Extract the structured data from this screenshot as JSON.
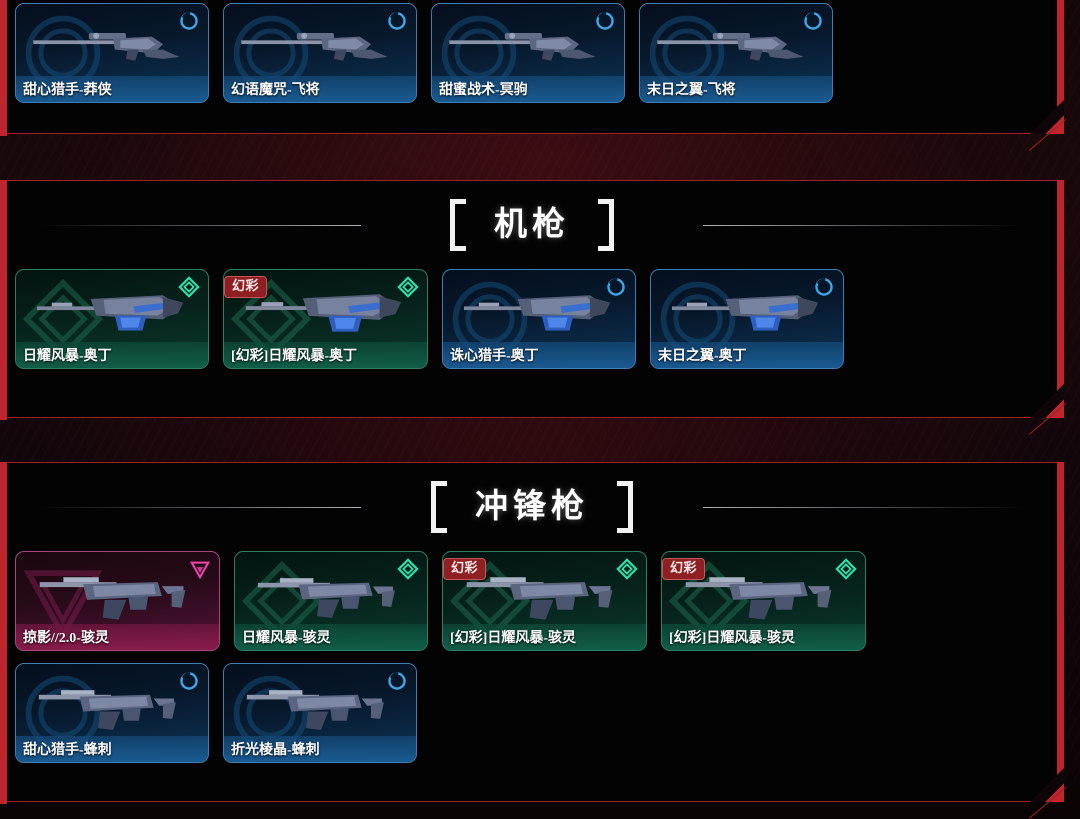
{
  "sections": [
    {
      "id": "rifle",
      "title": "",
      "show_header": false,
      "cards": [
        {
          "name": "甜心猎手-莽侠",
          "rarity": "blue",
          "badge": null,
          "icon": "ring-icon",
          "weapon": "sniper"
        },
        {
          "name": "幻语魔咒-飞将",
          "rarity": "blue",
          "badge": null,
          "icon": "ring-icon",
          "weapon": "sniper"
        },
        {
          "name": "甜蜜战术-冥驹",
          "rarity": "blue",
          "badge": null,
          "icon": "ring-icon",
          "weapon": "sniper"
        },
        {
          "name": "末日之翼-飞将",
          "rarity": "blue",
          "badge": null,
          "icon": "ring-icon",
          "weapon": "sniper"
        }
      ]
    },
    {
      "id": "mg",
      "title": "机枪",
      "show_header": true,
      "cards": [
        {
          "name": "日耀风暴-奥丁",
          "rarity": "green",
          "badge": null,
          "icon": "diamond-icon",
          "weapon": "lmg"
        },
        {
          "name": "[幻彩]日耀风暴-奥丁",
          "rarity": "green",
          "badge": "幻彩",
          "icon": "diamond-icon",
          "weapon": "lmg"
        },
        {
          "name": "诛心猎手-奥丁",
          "rarity": "blue",
          "badge": null,
          "icon": "ring-icon",
          "weapon": "lmg"
        },
        {
          "name": "末日之翼-奥丁",
          "rarity": "blue",
          "badge": null,
          "icon": "ring-icon",
          "weapon": "lmg"
        }
      ]
    },
    {
      "id": "smg",
      "title": "冲锋枪",
      "show_header": true,
      "cards": [
        {
          "name": "掠影//2.0-骇灵",
          "rarity": "pink",
          "badge": null,
          "icon": "triangle-icon",
          "weapon": "smg"
        },
        {
          "name": "日耀风暴-骇灵",
          "rarity": "green",
          "badge": null,
          "icon": "diamond-icon",
          "weapon": "smg"
        },
        {
          "name": "[幻彩]日耀风暴-骇灵",
          "rarity": "green",
          "badge": "幻彩",
          "icon": "diamond-icon",
          "weapon": "smg"
        },
        {
          "name": "[幻彩]日耀风暴-骇灵",
          "rarity": "green",
          "badge": "幻彩",
          "icon": "diamond-icon",
          "weapon": "smg"
        },
        {
          "name": "甜心猎手-蜂刺",
          "rarity": "blue",
          "badge": null,
          "icon": "ring-icon",
          "weapon": "smg"
        },
        {
          "name": "折光棱晶-蜂刺",
          "rarity": "blue",
          "badge": null,
          "icon": "ring-icon",
          "weapon": "smg"
        }
      ]
    }
  ],
  "colors": {
    "panel_border": "#a02028",
    "rail": "#c0242c",
    "badge_bg": "#8e1f22",
    "blue": "#3c7fb4",
    "green": "#2f7d63",
    "pink": "#a8467a",
    "title": "#ffffff"
  }
}
